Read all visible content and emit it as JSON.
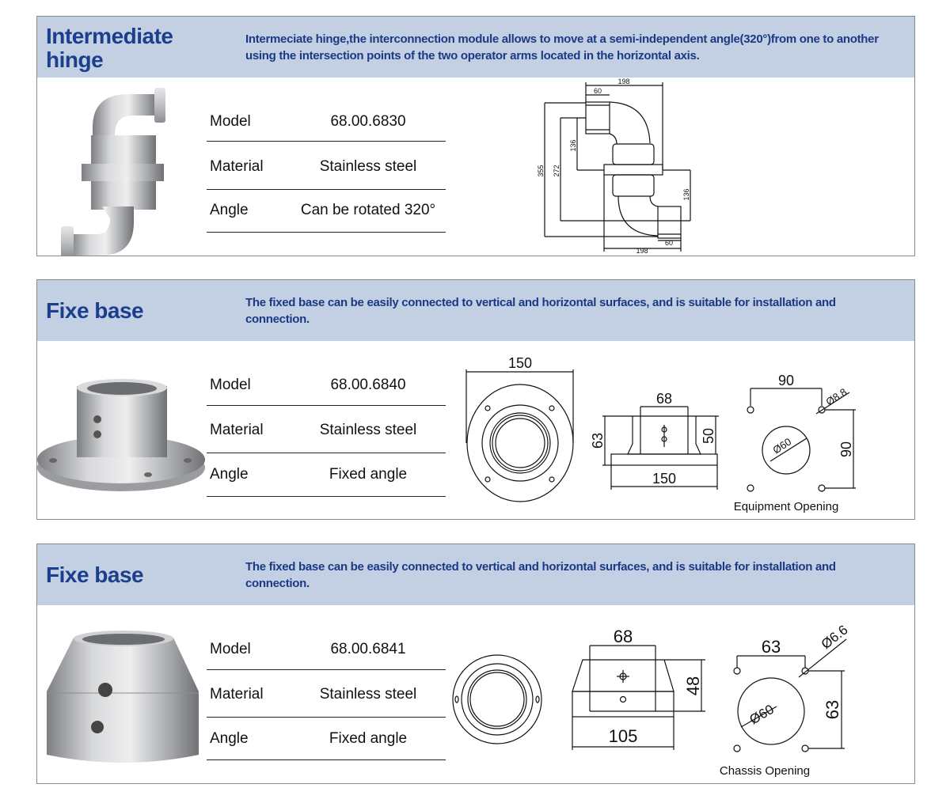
{
  "sections": [
    {
      "title_line1": "Intermediate",
      "title_line2": "hinge",
      "description": "Intermeciate hinge,the interconnection module allows to move at a semi-independent angle(320°)from one to another using the intersection points of the two operator arms located in the horizontal axis.",
      "specs": [
        {
          "label": "Model",
          "value": "68.00.6830"
        },
        {
          "label": "Material",
          "value": "Stainless steel"
        },
        {
          "label": "Angle",
          "value": "Can be rotated 320°"
        }
      ],
      "drawing": {
        "dims": [
          "198",
          "60",
          "136",
          "355",
          "272",
          "136",
          "60",
          "198"
        ]
      }
    },
    {
      "title": "Fixe base",
      "description": "The fixed base can be easily connected to vertical and horizontal surfaces, and is suitable for installation and connection.",
      "specs": [
        {
          "label": "Model",
          "value": "68.00.6840"
        },
        {
          "label": "Material",
          "value": "Stainless steel"
        },
        {
          "label": "Angle",
          "value": "Fixed angle"
        }
      ],
      "drawing": {
        "dims": [
          "150",
          "68",
          "63",
          "50",
          "150",
          "90",
          "Ø8.8",
          "Ø60",
          "90"
        ],
        "caption": "Equipment Opening"
      }
    },
    {
      "title": "Fixe base",
      "description": "The fixed base can be easily connected to vertical and horizontal surfaces, and is suitable for installation and connection.",
      "specs": [
        {
          "label": "Model",
          "value": "68.00.6841"
        },
        {
          "label": "Material",
          "value": "Stainless steel"
        },
        {
          "label": "Angle",
          "value": "Fixed angle"
        }
      ],
      "drawing": {
        "dims": [
          "68",
          "48",
          "105",
          "63",
          "Ø6.6",
          "Ø60",
          "63"
        ],
        "caption": "Chassis Opening"
      }
    }
  ]
}
